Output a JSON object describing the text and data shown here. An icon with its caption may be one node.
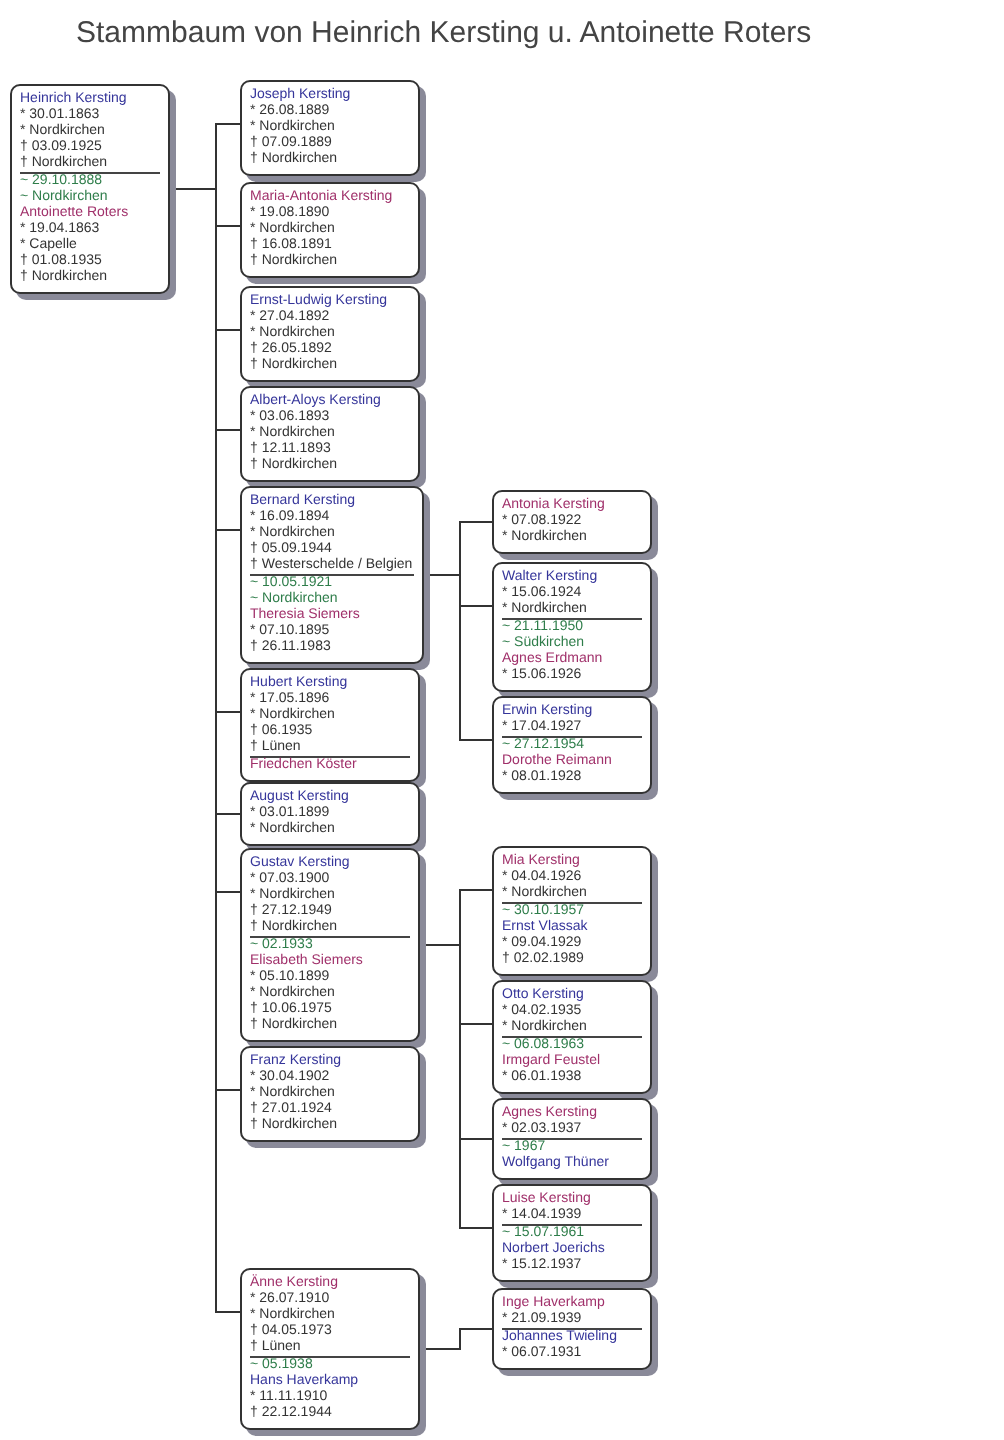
{
  "diagram": {
    "title": "Stammbaum von Heinrich Kersting u. Antoinette Roters",
    "nodes": [
      {
        "text": [
          "Heinrich Kersting",
          "* 30.01.1863",
          "* Nordkirchen",
          "† 03.09.1925",
          "† Nordkirchen",
          "~ 29.10.1888",
          "~ Nordkirchen",
          "Antoinette Roters",
          "* 19.04.1863",
          "* Capelle",
          "† 01.08.1935",
          "† Nordkirchen"
        ]
      },
      {
        "text": [
          "Joseph Kersting",
          "* 26.08.1889",
          "* Nordkirchen",
          "† 07.09.1889",
          "† Nordkirchen"
        ]
      },
      {
        "text": [
          "Maria-Antonia Kersting",
          "* 19.08.1890",
          "* Nordkirchen",
          "† 16.08.1891",
          "† Nordkirchen"
        ]
      },
      {
        "text": [
          "Ernst-Ludwig Kersting",
          "* 27.04.1892",
          "* Nordkirchen",
          "† 26.05.1892",
          "† Nordkirchen"
        ]
      },
      {
        "text": [
          "Albert-Aloys Kersting",
          "* 03.06.1893",
          "* Nordkirchen",
          "† 12.11.1893",
          "† Nordkirchen"
        ]
      },
      {
        "text": [
          "Bernard Kersting",
          "* 16.09.1894",
          "* Nordkirchen",
          "† 05.09.1944",
          "† Westerschelde / Belgien",
          "~ 10.05.1921",
          "~ Nordkirchen",
          "Theresia Siemers",
          "* 07.10.1895",
          "† 26.11.1983"
        ]
      },
      {
        "text": [
          "Hubert Kersting",
          "* 17.05.1896",
          "* Nordkirchen",
          "† 06.1935",
          "† Lünen",
          "Friedchen Köster"
        ]
      },
      {
        "text": [
          "August Kersting",
          "* 03.01.1899",
          "* Nordkirchen"
        ]
      },
      {
        "text": [
          "Gustav Kersting",
          "* 07.03.1900",
          "* Nordkirchen",
          "† 27.12.1949",
          "† Nordkirchen",
          "~ 02.1933",
          "Elisabeth Siemers",
          "* 05.10.1899",
          "* Nordkirchen",
          "† 10.06.1975",
          "† Nordkirchen"
        ]
      },
      {
        "text": [
          "Franz Kersting",
          "* 30.04.1902",
          "* Nordkirchen",
          "† 27.01.1924",
          "† Nordkirchen"
        ]
      },
      {
        "text": [
          "Änne Kersting",
          "* 26.07.1910",
          "* Nordkirchen",
          "† 04.05.1973",
          "† Lünen",
          "~ 05.1938",
          "Hans Haverkamp",
          "* 11.11.1910",
          "† 22.12.1944"
        ]
      },
      {
        "text": [
          "Antonia Kersting",
          "* 07.08.1922",
          "* Nordkirchen"
        ]
      },
      {
        "text": [
          "Walter Kersting",
          "* 15.06.1924",
          "* Nordkirchen",
          "~ 21.11.1950",
          "~ Südkirchen",
          "Agnes Erdmann",
          "* 15.06.1926"
        ]
      },
      {
        "text": [
          "Erwin Kersting",
          "* 17.04.1927",
          "~ 27.12.1954",
          "Dorothe Reimann",
          "* 08.01.1928"
        ]
      },
      {
        "text": [
          "Mia Kersting",
          "* 04.04.1926",
          "* Nordkirchen",
          "~ 30.10.1957",
          "Ernst Vlassak",
          "* 09.04.1929",
          "† 02.02.1989"
        ]
      },
      {
        "text": [
          "Otto Kersting",
          "* 04.02.1935",
          "* Nordkirchen",
          "~ 06.08.1963",
          "Irmgard Feustel",
          "* 06.01.1938"
        ]
      },
      {
        "text": [
          "Agnes Kersting",
          "* 02.03.1937",
          "~ 1967",
          "Wolfgang Thüner"
        ]
      },
      {
        "text": [
          "Luise Kersting",
          "* 14.04.1939",
          "~ 15.07.1961",
          "Norbert Joerichs",
          "* 15.12.1937"
        ]
      },
      {
        "text": [
          "Inge Haverkamp",
          "* 21.09.1939",
          "Johannes Twieling",
          "* 06.07.1931"
        ]
      }
    ],
    "edges": [
      {
        "from": 0,
        "to": 1,
        "arrow": "none"
      },
      {
        "from": 0,
        "to": 2,
        "arrow": "none"
      },
      {
        "from": 0,
        "to": 3,
        "arrow": "none"
      },
      {
        "from": 0,
        "to": 4,
        "arrow": "none"
      },
      {
        "from": 0,
        "to": 5,
        "arrow": "none"
      },
      {
        "from": 0,
        "to": 6,
        "arrow": "none"
      },
      {
        "from": 0,
        "to": 7,
        "arrow": "none"
      },
      {
        "from": 0,
        "to": 8,
        "arrow": "none"
      },
      {
        "from": 0,
        "to": 9,
        "arrow": "none"
      },
      {
        "from": 0,
        "to": 10,
        "arrow": "none"
      },
      {
        "from": 5,
        "to": 11,
        "arrow": "none"
      },
      {
        "from": 5,
        "to": 12,
        "arrow": "none"
      },
      {
        "from": 5,
        "to": 13,
        "arrow": "none"
      },
      {
        "from": 8,
        "to": 14,
        "arrow": "none"
      },
      {
        "from": 8,
        "to": 15,
        "arrow": "none"
      },
      {
        "from": 8,
        "to": 16,
        "arrow": "none"
      },
      {
        "from": 8,
        "to": 17,
        "arrow": "none"
      },
      {
        "from": 10,
        "to": 18,
        "arrow": "none"
      }
    ]
  }
}
